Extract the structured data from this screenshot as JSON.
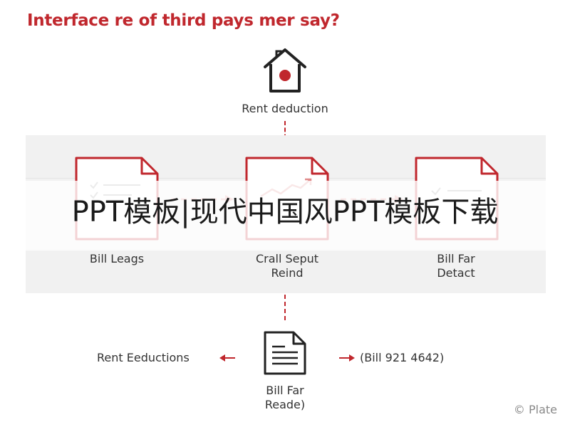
{
  "title": "Interface re of third pays mer say?",
  "top_node": {
    "icon": "house-icon",
    "label": "Rent deduction"
  },
  "flow_steps": [
    {
      "icon": "checklist-document-icon",
      "label_line1": "Bill Leags",
      "label_line2": ""
    },
    {
      "icon": "trend-chart-document-icon",
      "label_line1": "Crall Seput",
      "label_line2": "Reind"
    },
    {
      "icon": "check-document-icon",
      "label_line1": "Bill Far",
      "label_line2": "Detact"
    }
  ],
  "bottom_node": {
    "icon": "document-icon",
    "label_line1": "Bill Far",
    "label_line2": "Reade)",
    "left_label": "Rent Eeductions",
    "right_label": "(Bill 921 4642)"
  },
  "overlay_caption": "PPT模板|现代中国风PPT模板下载",
  "watermark": "© Plate",
  "colors": {
    "accent": "#c0272d",
    "band": "#f1f1f1",
    "text": "#333333"
  }
}
